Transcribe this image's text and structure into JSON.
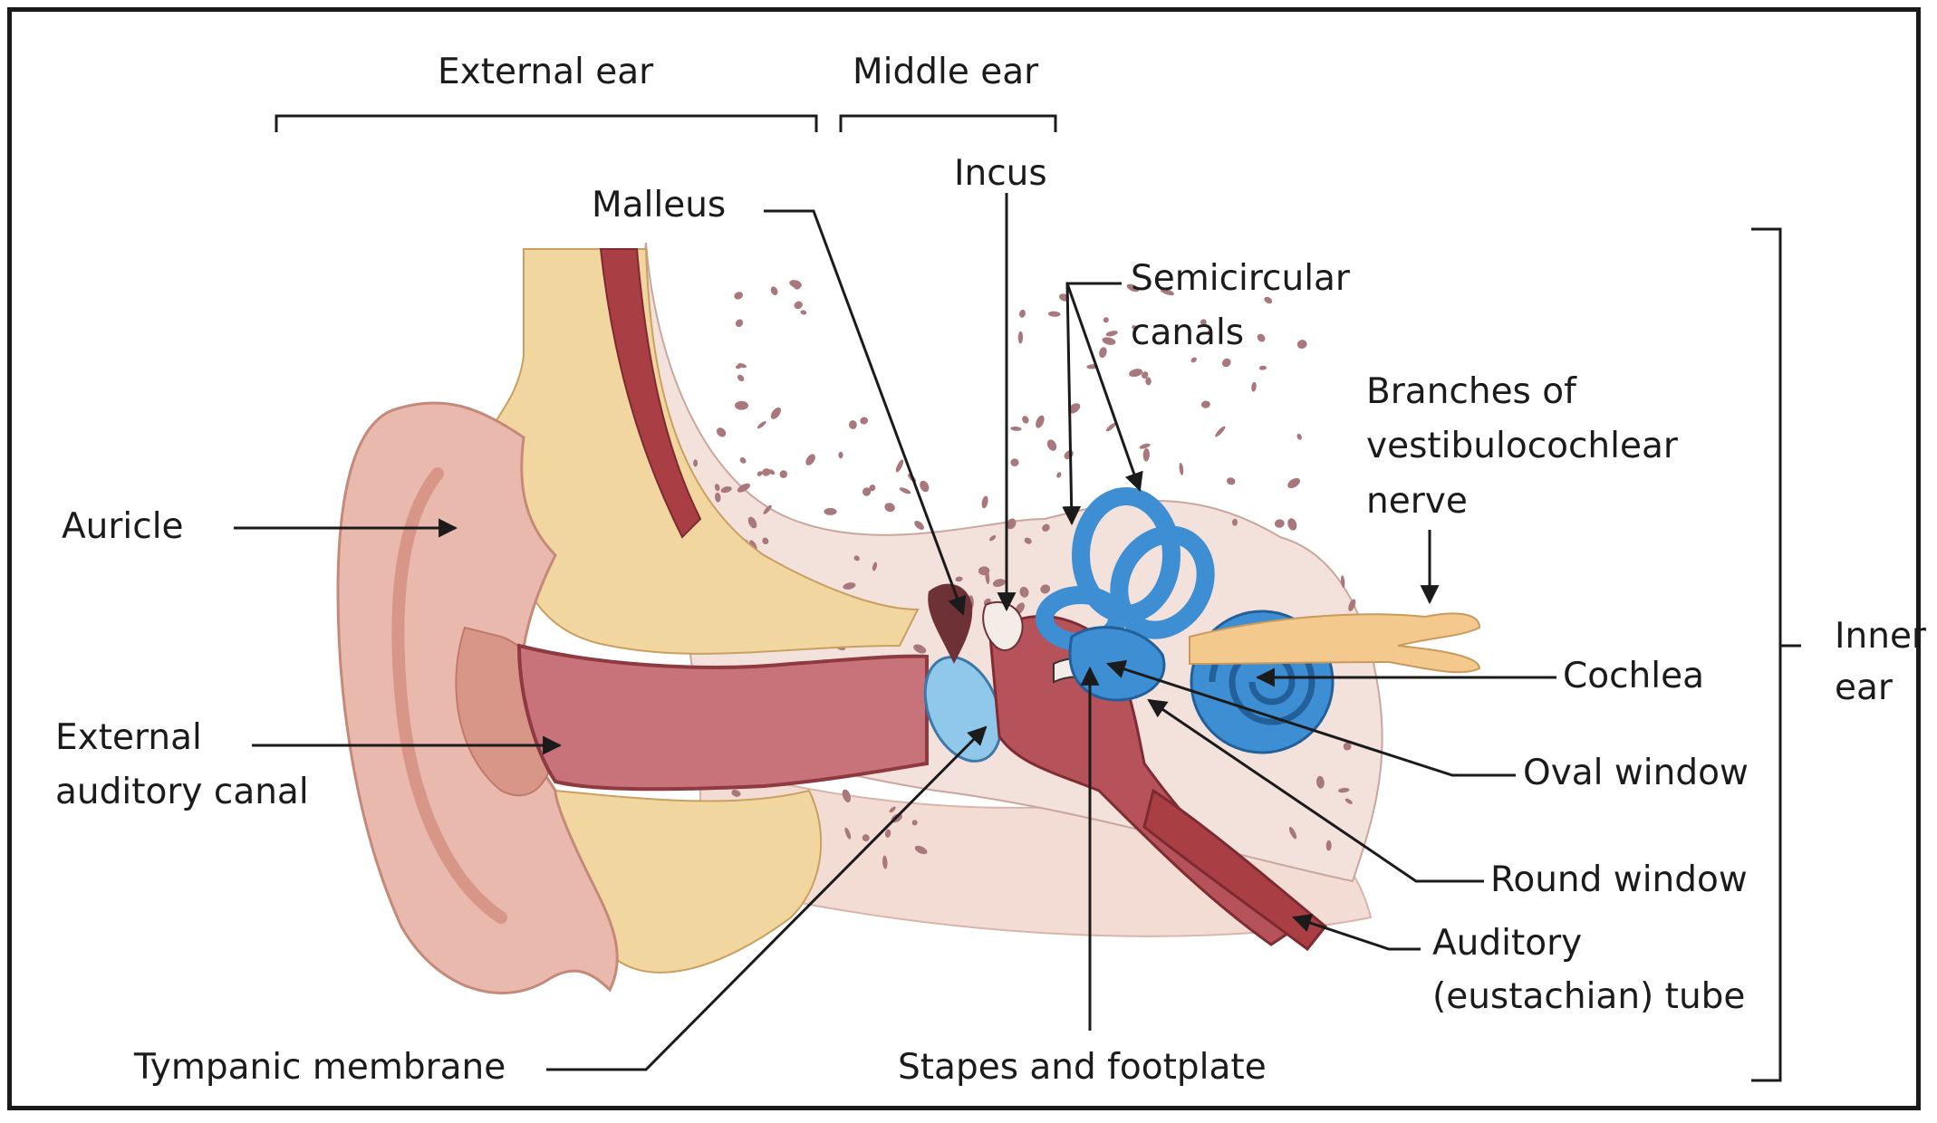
{
  "regions": {
    "external_ear": "External ear",
    "middle_ear": "Middle ear",
    "inner_ear": "Inner\near"
  },
  "labels": {
    "malleus": "Malleus",
    "incus": "Incus",
    "semicircular_canals": "Semicircular\ncanals",
    "branches_nerve": "Branches of\nvestibulocochlear\nnerve",
    "auricle": "Auricle",
    "external_auditory_canal": "External\nauditory canal",
    "cochlea": "Cochlea",
    "oval_window": "Oval window",
    "round_window": "Round window",
    "auditory_tube": "Auditory\n(eustachian) tube",
    "tympanic_membrane": "Tympanic membrane",
    "stapes_footplate": "Stapes and footplate"
  },
  "colors": {
    "skin": "#e9b9ae",
    "skin_dark": "#d79687",
    "canal": "#b5525a",
    "cartilage": "#f2d6a0",
    "bone": "#f3e2dc",
    "bone_dots": "#a8787c",
    "inner_ear_blue": "#3e8ed3",
    "tympanic_blue": "#8fc8ea",
    "muscle": "#a93f45",
    "ossicle": "#6e3236",
    "nerve": "#f3c98e"
  }
}
